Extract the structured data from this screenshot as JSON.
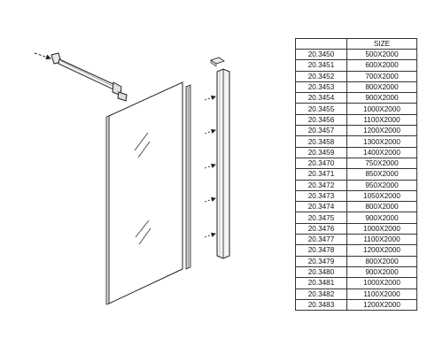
{
  "table": {
    "headers": [
      "",
      "SIZE"
    ],
    "rows": [
      [
        "20.3450",
        "500X2000"
      ],
      [
        "20.3451",
        "600X2000"
      ],
      [
        "20.3452",
        "700X2000"
      ],
      [
        "20.3453",
        "800X2000"
      ],
      [
        "20.3454",
        "900X2000"
      ],
      [
        "20.3455",
        "1000X2000"
      ],
      [
        "20.3456",
        "1100X2000"
      ],
      [
        "20.3457",
        "1200X2000"
      ],
      [
        "20.3458",
        "1300X2000"
      ],
      [
        "20.3459",
        "1400X2000"
      ],
      [
        "20.3470",
        "750X2000"
      ],
      [
        "20.3471",
        "850X2000"
      ],
      [
        "20.3472",
        "950X2000"
      ],
      [
        "20.3473",
        "1050X2000"
      ],
      [
        "20.3474",
        "800X2000"
      ],
      [
        "20.3475",
        "900X2000"
      ],
      [
        "20.3476",
        "1000X2000"
      ],
      [
        "20.3477",
        "1100X2000"
      ],
      [
        "20.3478",
        "1200X2000"
      ],
      [
        "20.3479",
        "800X2000"
      ],
      [
        "20.3480",
        "900X2000"
      ],
      [
        "20.3481",
        "1000X2000"
      ],
      [
        "20.3482",
        "1100X2000"
      ],
      [
        "20.3483",
        "1200X2000"
      ]
    ]
  },
  "diagram": {
    "parts": [
      "support-bar",
      "glass-panel",
      "seal-strip",
      "wall-profile",
      "end-cap",
      "wall-screws"
    ]
  }
}
